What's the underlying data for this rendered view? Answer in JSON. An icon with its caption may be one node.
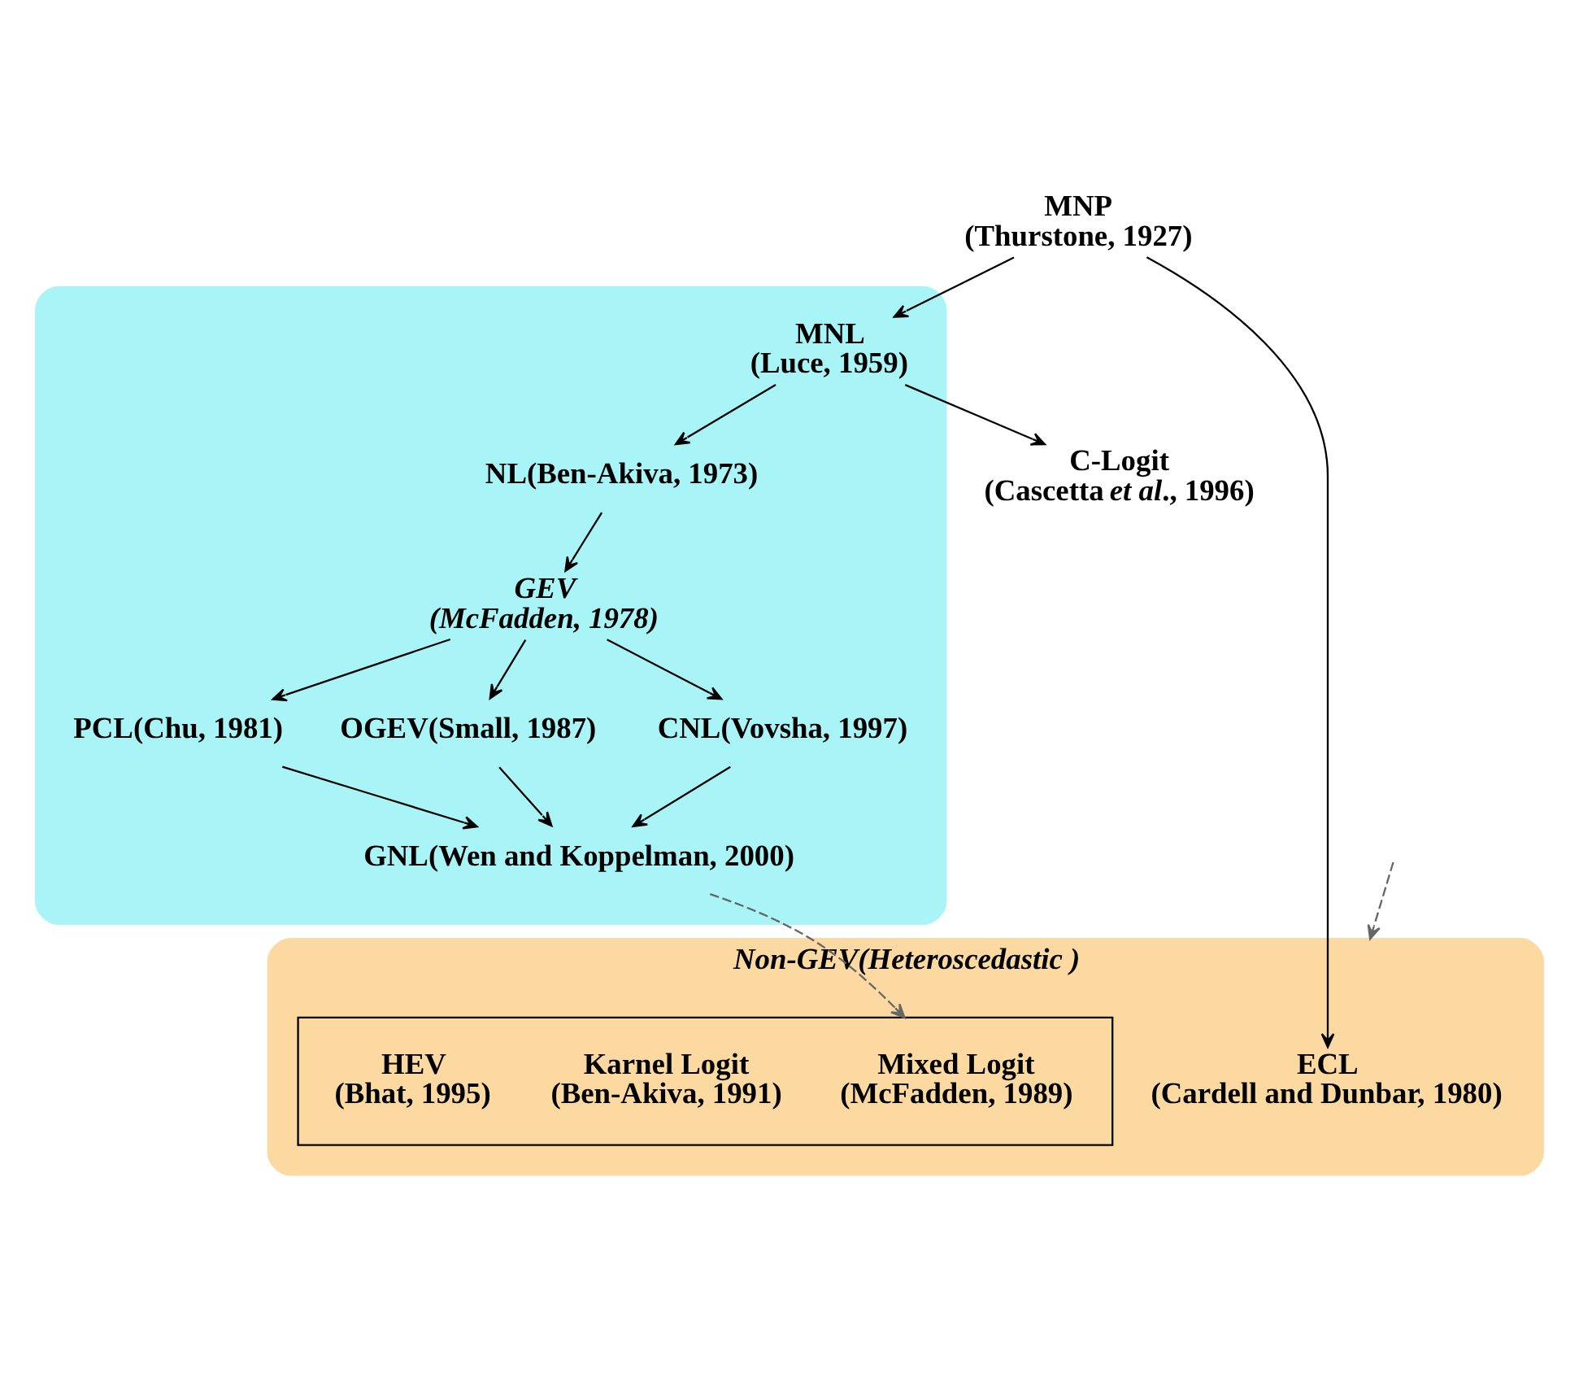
{
  "diagram": {
    "nodes": [
      {
        "text": [
          "MNP",
          "(Thurstone, 1927)"
        ]
      },
      {
        "text": [],
        "shape": "band"
      },
      {
        "text": [
          "MNL",
          "(Luce, 1959)"
        ],
        "in": 1
      },
      {
        "text": [
          "NL(Ben-Akiva, 1973)"
        ],
        "in": 1
      },
      {
        "text": [
          "GEV",
          "(McFadden, 1978)"
        ],
        "in": 1
      },
      {
        "text": [
          "PCL(Chu, 1981)"
        ],
        "in": 1
      },
      {
        "text": [
          "OGEV(Small, 1987)"
        ],
        "in": 1
      },
      {
        "text": [
          "C-Logit",
          "(Cascetta *et al*., 1996)"
        ]
      },
      {
        "text": [
          "CNL(Vovsha, 1997)"
        ],
        "in": 1
      },
      {
        "text": [
          "GNL(Wen and Koppelman, 2000)"
        ],
        "in": 1
      },
      {
        "text": [
          "Non-GEV(Heteroscedastic )"
        ]
      },
      {
        "text": [
          "ECL",
          "(Cardell and Dunbar, 1980)"
        ],
        "in": 10
      },
      {
        "text": [],
        "shape": "box",
        "in": 10
      },
      {
        "text": [
          "Mixed Logit",
          "(McFadden, 1989)"
        ],
        "in": 12
      },
      {
        "text": [
          "Karnel Logit",
          "(Ben-Akiva, 1991)"
        ],
        "in": 12
      },
      {
        "text": [
          "HEV",
          "(Bhat, 1995)"
        ],
        "in": 12
      }
    ],
    "edges": [
      {
        "from": 0,
        "to": 2,
        "arrow": "to"
      },
      {
        "from": 0,
        "to": 11,
        "arrow": "to"
      },
      {
        "from": 2,
        "to": 3,
        "arrow": "to"
      },
      {
        "from": 2,
        "to": 7,
        "arrow": "to"
      },
      {
        "from": 3,
        "to": 4,
        "arrow": "to"
      },
      {
        "from": 4,
        "to": 5,
        "arrow": "to"
      },
      {
        "from": 4,
        "to": 6,
        "arrow": "to"
      },
      {
        "from": 4,
        "to": 8,
        "arrow": "to"
      },
      {
        "from": 5,
        "to": 9,
        "arrow": "to"
      },
      {
        "from": 6,
        "to": 9,
        "arrow": "to"
      },
      {
        "from": 8,
        "to": 9,
        "arrow": "to"
      },
      {
        "from": 9,
        "to": 12,
        "arrow": "to",
        "style": "dashed",
        "color": "#666666"
      },
      {
        "from": null,
        "to": 10,
        "arrow": "to",
        "style": "dashed",
        "color": "#666666"
      }
    ]
  }
}
